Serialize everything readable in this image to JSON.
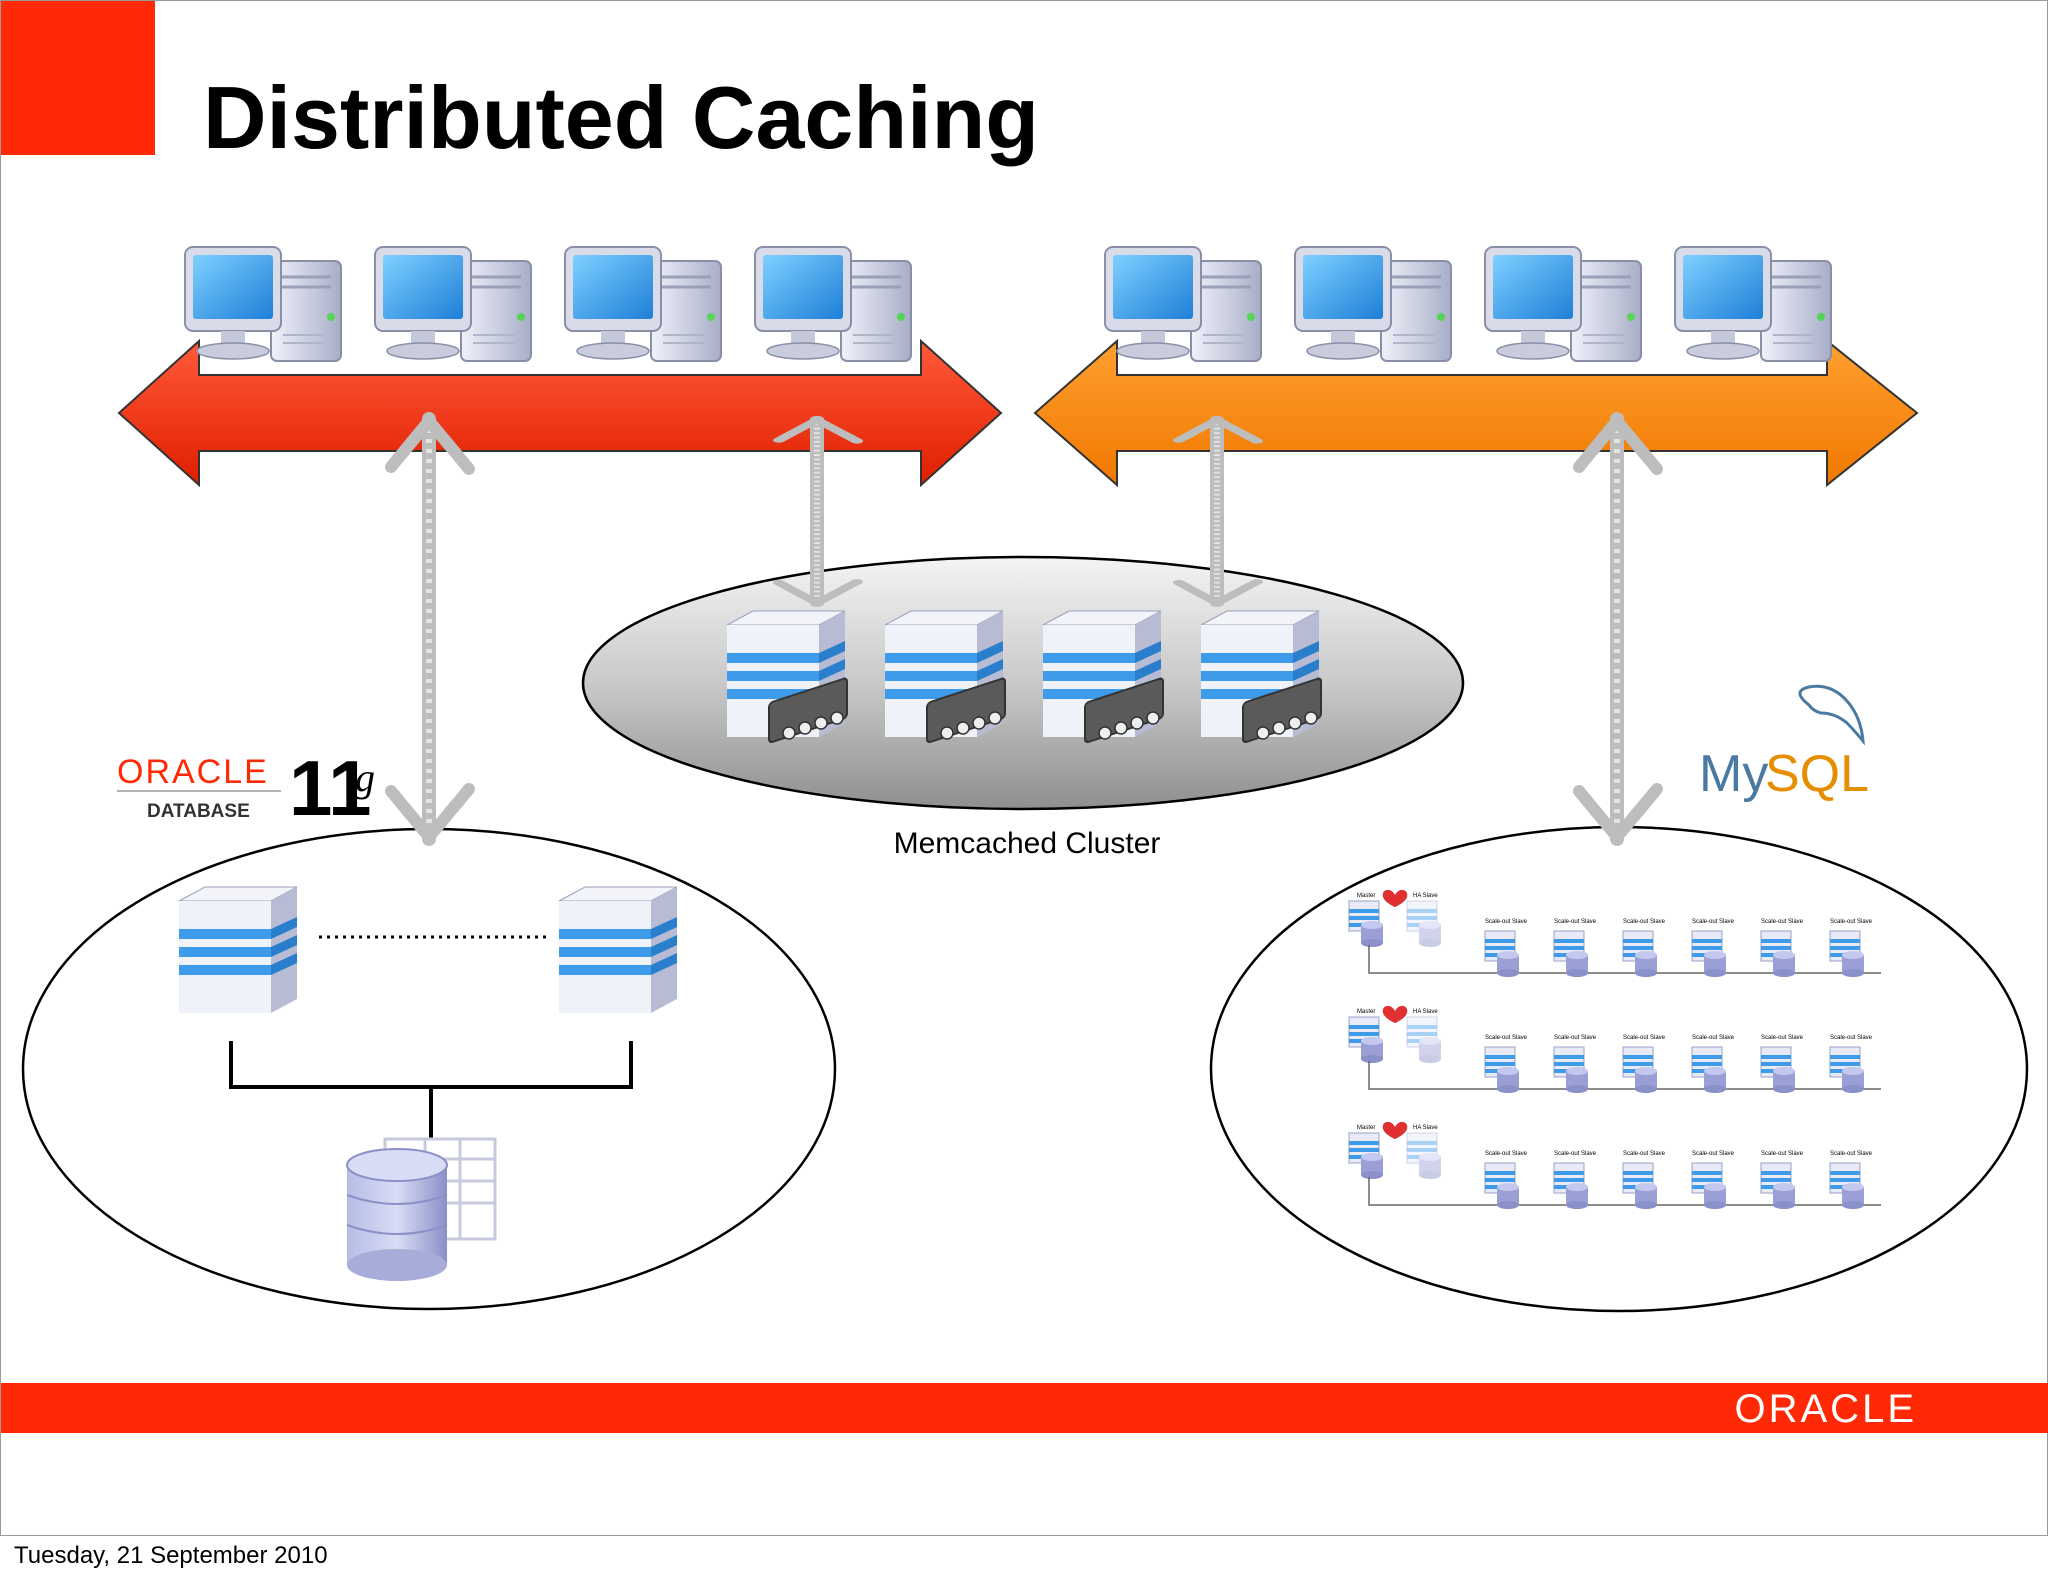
{
  "slide": {
    "title": "Distributed Caching",
    "footer_logo": "ORACLE",
    "date": "Tuesday, 21 September 2010"
  },
  "diagram": {
    "memcached_label": "Memcached Cluster",
    "oracle_logo": {
      "brand": "ORACLE",
      "sub": "DATABASE",
      "version": "11",
      "suffix": "g"
    },
    "mysql_logo": {
      "text_my": "My",
      "text_sql": "SQL"
    },
    "mysql_cluster": {
      "row_labels": {
        "master": "Master",
        "ha": "HA Slave",
        "scale": "Scale-out Slave"
      }
    }
  },
  "colors": {
    "oracle_red": "#ff2a05",
    "orange_bus": "#ff8c00",
    "server_blue": "#3d9be9",
    "server_body": "#e8ecf5",
    "ellipse_fill": "#d9d9d9"
  },
  "icons": [
    "client-computer-icon",
    "server-icon",
    "memory-chip-icon",
    "database-icon",
    "double-arrow-icon",
    "dolphin-icon"
  ]
}
